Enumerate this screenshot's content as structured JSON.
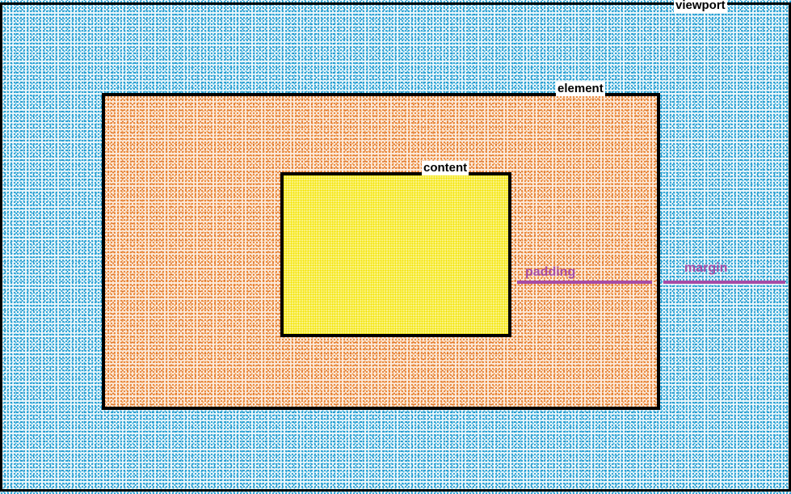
{
  "diagram": {
    "boxes": {
      "viewport": {
        "label": "viewport",
        "fill": "#1a9ad0"
      },
      "element": {
        "label": "element",
        "fill": "#e87d2a"
      },
      "content": {
        "label": "content",
        "fill": "#f2e400"
      }
    },
    "measures": {
      "padding": {
        "label": "padding",
        "color": "#a64ca6"
      },
      "margin": {
        "label": "margin",
        "color": "#a64ca6"
      }
    }
  }
}
